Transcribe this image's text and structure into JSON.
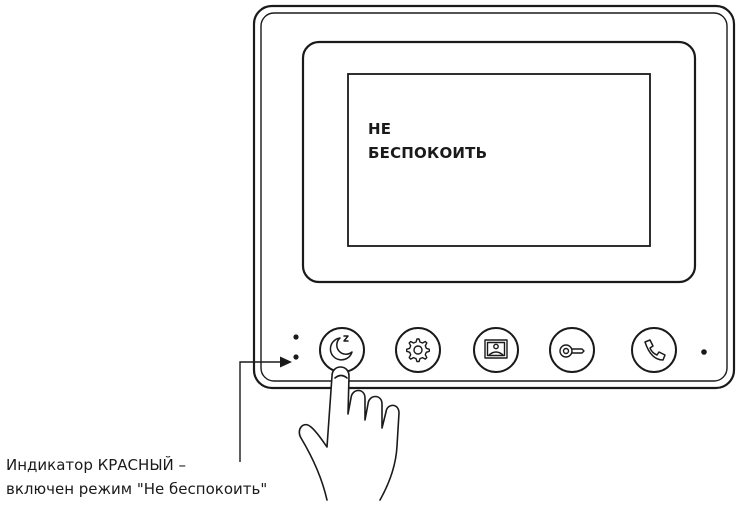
{
  "screen": {
    "message_line_1": "НЕ",
    "message_line_2": "БЕСПОКОИТЬ"
  },
  "buttons": [
    {
      "icon": "do-not-disturb-moon-icon"
    },
    {
      "icon": "gear-icon"
    },
    {
      "icon": "photo-gallery-icon"
    },
    {
      "icon": "door-key-icon"
    },
    {
      "icon": "phone-handset-icon"
    }
  ],
  "caption": {
    "line_1": "Индикатор КРАСНЫЙ –",
    "line_2": "включен режим \"Не беспокоить\""
  },
  "colors": {
    "stroke": "#1a1a1a",
    "background": "#ffffff"
  }
}
